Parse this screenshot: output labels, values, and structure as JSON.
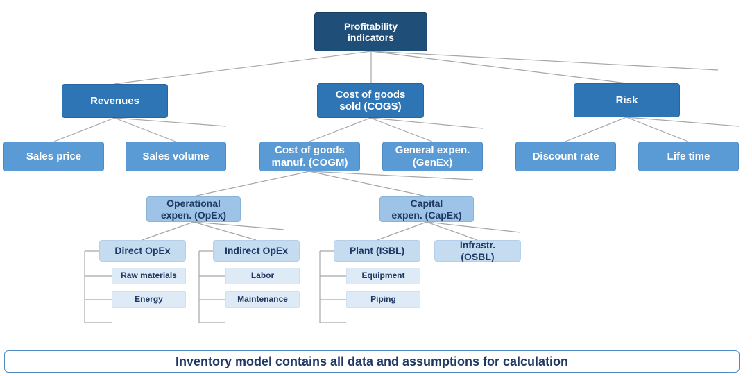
{
  "root": {
    "label": "Profitability\nindicators"
  },
  "level1": {
    "revenues": "Revenues",
    "cogs": "Cost of goods\nsold (COGS)",
    "risk": "Risk"
  },
  "revenues_children": {
    "sales_price": "Sales price",
    "sales_volume": "Sales volume"
  },
  "cogs_children": {
    "cogm": "Cost of goods\nmanuf. (COGM)",
    "genex": "General expen.\n(GenEx)"
  },
  "risk_children": {
    "discount_rate": "Discount rate",
    "life_time": "Life time"
  },
  "cogm_children": {
    "opex": "Operational\nexpen. (OpEx)",
    "capex": "Capital\nexpen. (CapEx)"
  },
  "opex_children": {
    "direct": "Direct OpEx",
    "indirect": "Indirect OpEx"
  },
  "capex_children": {
    "plant": "Plant (ISBL)",
    "infrastr": "Infrastr.\n(OSBL)"
  },
  "direct_items": [
    "Raw materials",
    "Energy"
  ],
  "indirect_items": [
    "Labor",
    "Maintenance"
  ],
  "plant_items": [
    "Equipment",
    "Piping"
  ],
  "footer": "Inventory model contains all data and assumptions for calculation"
}
